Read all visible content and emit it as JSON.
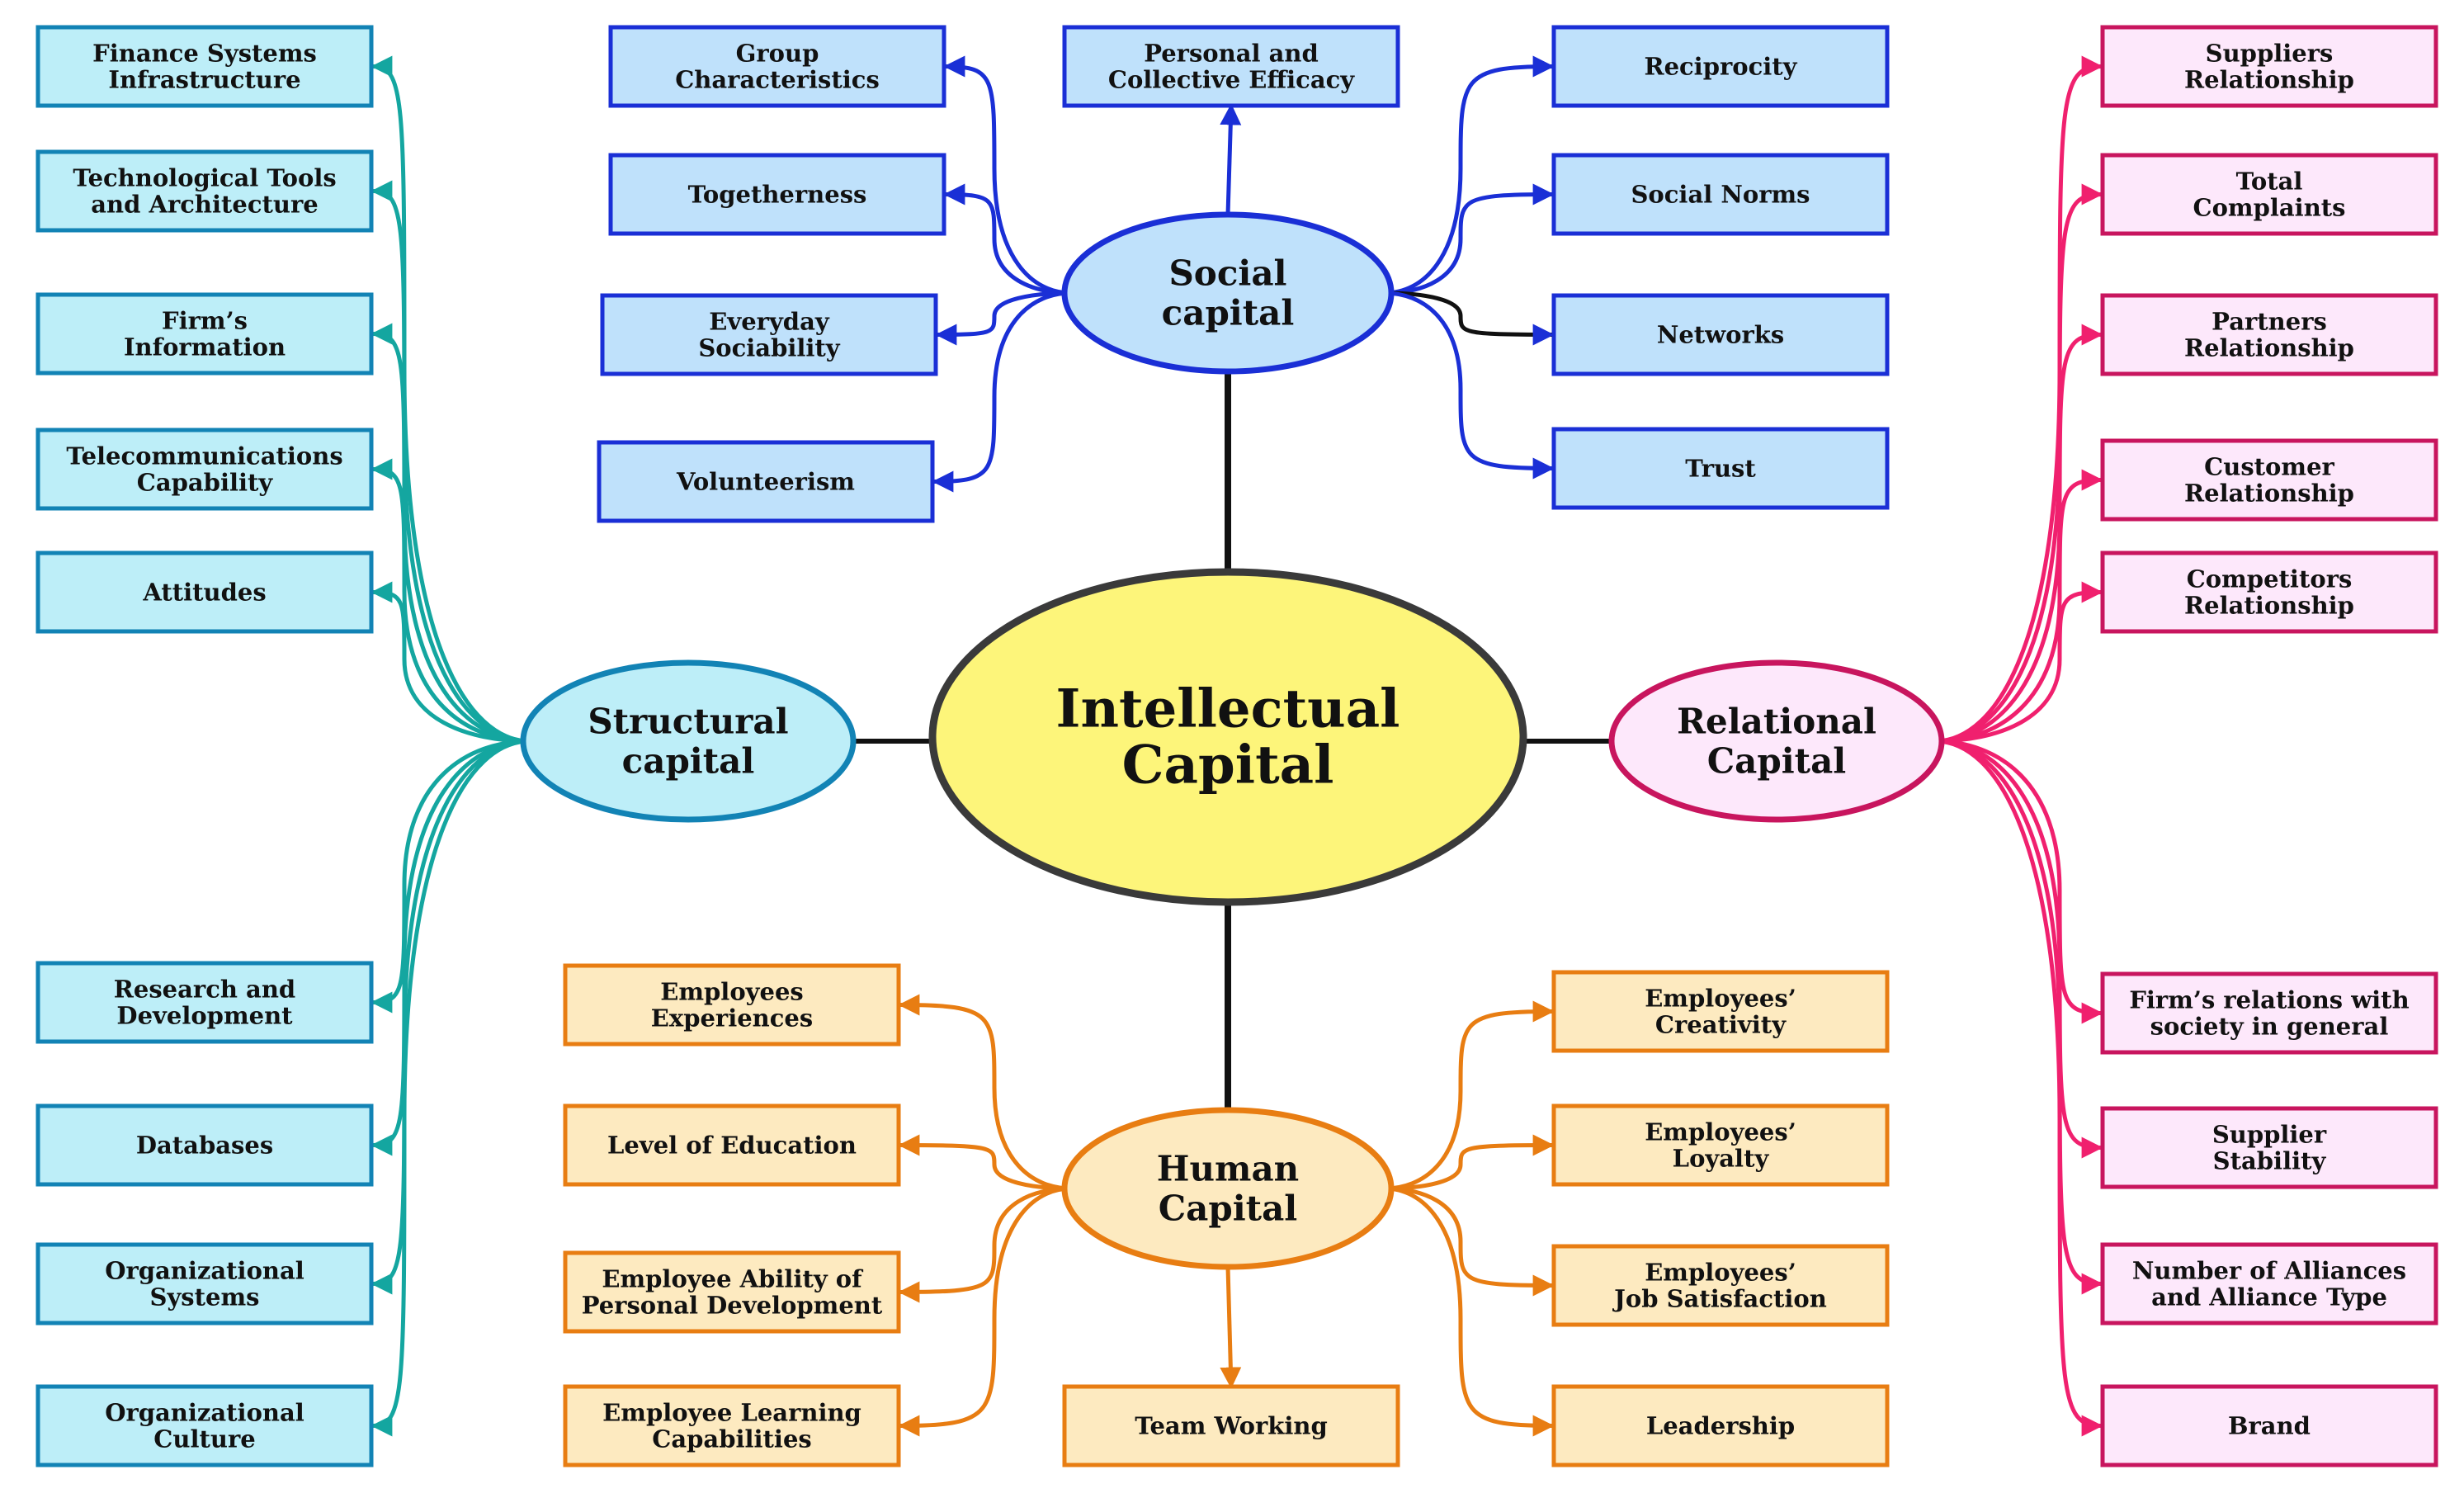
{
  "center": {
    "lines": [
      "Intellectual",
      "Capital"
    ],
    "fill": "#fdf57a",
    "stroke": "#3a3a3a"
  },
  "connector_color": "#111111",
  "groups": {
    "social": {
      "lines": [
        "Social",
        "capital"
      ],
      "fill": "#bfe1fb",
      "stroke": "#1a2fd6",
      "line": "#1a2fd6",
      "box_fill": "#bfe1fb",
      "box_stroke": "#1a2fd6",
      "items": [
        {
          "id": "group-characteristics",
          "lines": [
            "Group",
            "Characteristics"
          ]
        },
        {
          "id": "togetherness",
          "lines": [
            "Togetherness"
          ]
        },
        {
          "id": "everyday-sociability",
          "lines": [
            "Everyday",
            "Sociability"
          ]
        },
        {
          "id": "volunteerism",
          "lines": [
            "Volunteerism"
          ]
        },
        {
          "id": "personal-collective-efficacy",
          "lines": [
            "Personal and",
            "Collective Efficacy"
          ]
        },
        {
          "id": "reciprocity",
          "lines": [
            "Reciprocity"
          ]
        },
        {
          "id": "social-norms",
          "lines": [
            "Social Norms"
          ]
        },
        {
          "id": "networks",
          "lines": [
            "Networks"
          ]
        },
        {
          "id": "trust",
          "lines": [
            "Trust"
          ]
        }
      ]
    },
    "structural": {
      "lines": [
        "Structural",
        "capital"
      ],
      "fill": "#bdeef8",
      "stroke": "#1283b5",
      "line": "#14a6a0",
      "box_fill": "#bdeef8",
      "box_stroke": "#1283b5",
      "items": [
        {
          "id": "finance-systems-infrastructure",
          "lines": [
            "Finance Systems",
            "Infrastructure"
          ]
        },
        {
          "id": "technological-tools-architecture",
          "lines": [
            "Technological Tools",
            "and Architecture"
          ]
        },
        {
          "id": "firms-information",
          "lines": [
            "Firm’s",
            "Information"
          ]
        },
        {
          "id": "telecommunications-capability",
          "lines": [
            "Telecommunications",
            "Capability"
          ]
        },
        {
          "id": "attitudes",
          "lines": [
            "Attitudes"
          ]
        },
        {
          "id": "research-development",
          "lines": [
            "Research and",
            "Development"
          ]
        },
        {
          "id": "databases",
          "lines": [
            "Databases"
          ]
        },
        {
          "id": "organizational-systems",
          "lines": [
            "Organizational",
            "Systems"
          ]
        },
        {
          "id": "organizational-culture",
          "lines": [
            "Organizational",
            "Culture"
          ]
        }
      ]
    },
    "relational": {
      "lines": [
        "Relational",
        "Capital"
      ],
      "fill": "#fde8fb",
      "stroke": "#c8155e",
      "line": "#f0206e",
      "box_fill": "#fde8fb",
      "box_stroke": "#c8155e",
      "items": [
        {
          "id": "suppliers-relationship",
          "lines": [
            "Suppliers",
            "Relationship"
          ]
        },
        {
          "id": "total-complaints",
          "lines": [
            "Total",
            "Complaints"
          ]
        },
        {
          "id": "partners-relationship",
          "lines": [
            "Partners",
            "Relationship"
          ]
        },
        {
          "id": "customer-relationship",
          "lines": [
            "Customer",
            "Relationship"
          ]
        },
        {
          "id": "competitors-relationship",
          "lines": [
            "Competitors",
            "Relationship"
          ]
        },
        {
          "id": "firms-relations-society",
          "lines": [
            "Firm’s relations with",
            "society in general"
          ]
        },
        {
          "id": "supplier-stability",
          "lines": [
            "Supplier",
            "Stability"
          ]
        },
        {
          "id": "number-of-alliances",
          "lines": [
            "Number of Alliances",
            "and Alliance Type"
          ]
        },
        {
          "id": "brand",
          "lines": [
            "Brand"
          ]
        }
      ]
    },
    "human": {
      "lines": [
        "Human",
        "Capital"
      ],
      "fill": "#fdeac0",
      "stroke": "#e87d12",
      "line": "#e87d12",
      "box_fill": "#fdeac0",
      "box_stroke": "#e87d12",
      "items": [
        {
          "id": "employees-experiences",
          "lines": [
            "Employees",
            "Experiences"
          ]
        },
        {
          "id": "level-of-education",
          "lines": [
            "Level of Education"
          ]
        },
        {
          "id": "employee-ability-personal-development",
          "lines": [
            "Employee Ability of",
            "Personal Development"
          ]
        },
        {
          "id": "employee-learning-capabilities",
          "lines": [
            "Employee Learning",
            "Capabilities"
          ]
        },
        {
          "id": "team-working",
          "lines": [
            "Team Working"
          ]
        },
        {
          "id": "employees-creativity",
          "lines": [
            "Employees’",
            "Creativity"
          ]
        },
        {
          "id": "employees-loyalty",
          "lines": [
            "Employees’",
            "Loyalty"
          ]
        },
        {
          "id": "employees-job-satisfaction",
          "lines": [
            "Employees’",
            "Job Satisfaction"
          ]
        },
        {
          "id": "leadership",
          "lines": [
            "Leadership"
          ]
        }
      ]
    }
  }
}
